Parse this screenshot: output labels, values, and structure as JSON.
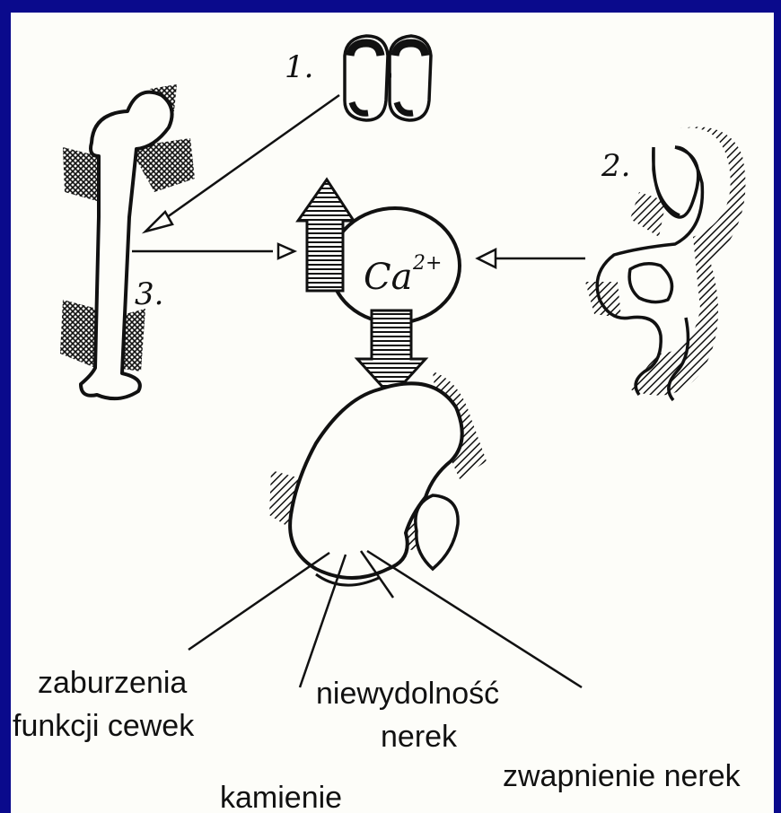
{
  "colors": {
    "frame": "#0a0a8c",
    "paper": "#fdfdf9",
    "ink": "#111111"
  },
  "markers": {
    "one": "1.",
    "two": "2.",
    "three": "3."
  },
  "center": {
    "ca": "Ca",
    "charge": "2+"
  },
  "labels": {
    "zaburzenia_line1": "zaburzenia",
    "zaburzenia_line2": "funkcji cewek",
    "niewydolnosc_line1": "niewydolność",
    "niewydolnosc_line2": "nerek",
    "kamienie": "kamienie",
    "zwapnienie": "zwapnienie nerek"
  },
  "icons": [
    "parathyroid-glands-icon",
    "femur-bone-icon",
    "intestine-icon",
    "kidney-icon",
    "calcium-circle-icon",
    "up-arrow-icon",
    "down-arrow-icon"
  ]
}
